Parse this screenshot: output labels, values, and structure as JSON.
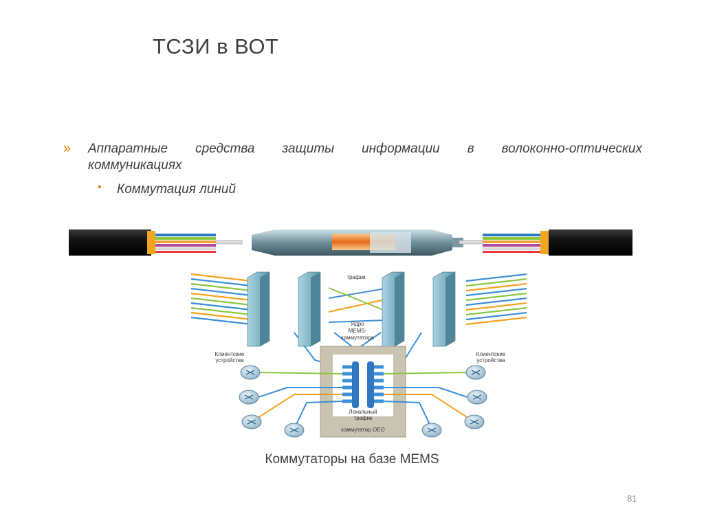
{
  "slide": {
    "title": "ТСЗИ в ВОТ",
    "bullet_marker_1": "»",
    "bullet_1_words": [
      "Аппаратные",
      "средства",
      "защиты",
      "информации",
      "в",
      "волоконно-оптических"
    ],
    "bullet_1_line2": "коммуникациях",
    "bullet_marker_2": "•",
    "bullet_2": "Коммутация линий",
    "caption": "Коммутаторы на базе MEMS",
    "page_number": "81"
  },
  "diagram": {
    "label_traffic": "трафик",
    "label_core": [
      "Ядро",
      "MEMS-",
      "коммутатора"
    ],
    "label_clients_left": [
      "Клиентские",
      "устройства"
    ],
    "label_clients_right": [
      "Клиентские",
      "устройства"
    ],
    "label_local": [
      "Локальный",
      "трафик"
    ],
    "label_oeo": "коммутатор OEO",
    "colors": {
      "accent": "#e07b00",
      "cable": "#1a1a1a",
      "block": "#7fb8c9",
      "fiber_blue": "#3b8fd6",
      "fiber_green": "#8cc63f",
      "fiber_orange": "#f7a21b",
      "oeo_box": "#c9c3b2"
    }
  }
}
